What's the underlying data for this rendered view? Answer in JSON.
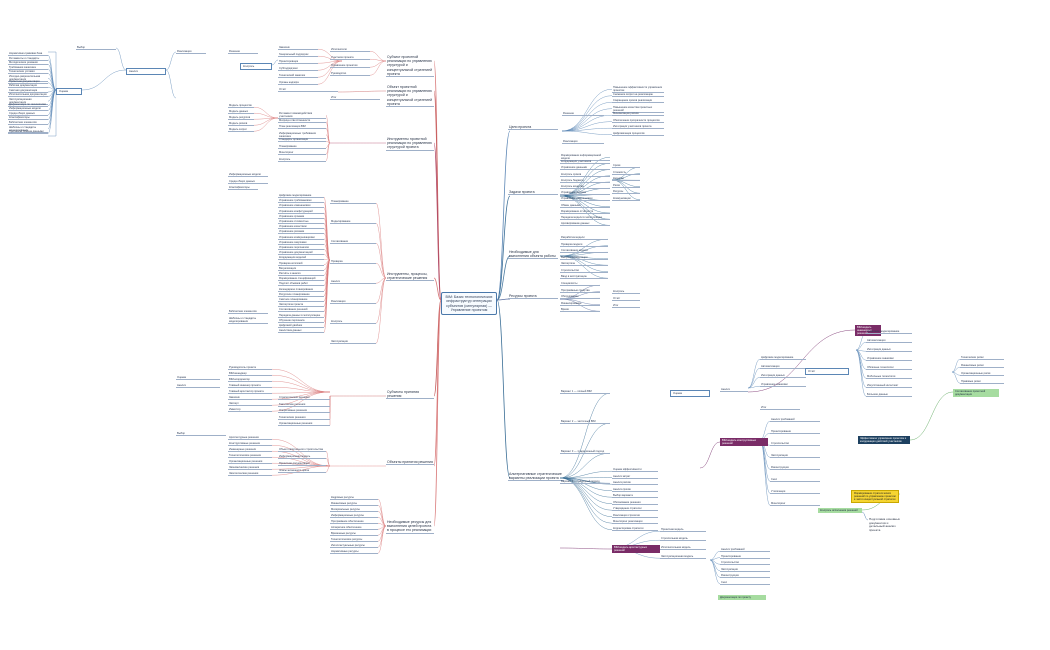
{
  "center": {
    "label": "BIM: Базис технологических инфраструктур интеграции субъектов (сингулярная) — Управление проектом"
  },
  "branches": {
    "r1": "Цели проекта",
    "r2": "Задачи проекта",
    "r3": "Необходимые для выполнения объекта работы",
    "r4": "Ресурсы проекта",
    "r5": "Альтернативные стратегические варианты реализации проекта",
    "l1": "Субъект проектной реализации по управлению структурой и концептуальной стратегией проекта",
    "l2": "Объект проектной реализации по управлению структурой и концептуальной стратегией проекта",
    "l3": "Инструменты проектной реализации по управлению структурой проекта",
    "l4": "Инструменты, процессы, стратегические решения",
    "l5": "Субъекты принятия решения",
    "l6": "Объекты принятия решения",
    "l7": "Необходимые ресурсы для выполнения целей проекта в процессе его реализации"
  },
  "callouts": {
    "yellow": "Формирование стратегических решений по управлению проектом в части концептуальной стратегии",
    "right_note": "Подготовка основных документов и детальный анализ проекта",
    "purple1": "BIM-модель конструктивных решений",
    "purple2": "BIM-модель архитектурных решений",
    "purple3": "BIM-модель инженерных решений",
    "navy": "Эффективное управление проектом и координация действий участников",
    "green1": "Согласование проектной документации",
    "green2": "Контроль исполнения решений",
    "green3": "Документация по проекту"
  },
  "leaves": {
    "ll": [
      "Нормативно-правовая база",
      "Регламенты и стандарты",
      "Методические указания",
      "Требования заказчика",
      "Технические условия",
      "Исходно-разрешительная документация",
      "Проектная документация",
      "Рабочая документация",
      "Сметная документация",
      "Исполнительная документация",
      "Эксплуатационная документация",
      "Документация по технологиям",
      "Информационные модели",
      "Среда общих данных",
      "Классификаторы",
      "Библиотеки элементов",
      "Шаблоны и стандарты моделирования",
      "Протоколы обмена данными"
    ],
    "l1": [
      "Заказчик",
      "Генеральный подрядчик",
      "Проектировщик",
      "Субподрядчики",
      "Технический заказчик",
      "Органы надзора"
    ],
    "l1_mid": [
      "Исполнители",
      "Участники проекта",
      "Управление проектом",
      "Руководство"
    ],
    "l3": [
      "Модель процессов",
      "Модель данных",
      "Модель ресурсов",
      "Модель рисков",
      "Модель затрат"
    ],
    "l3_mid": [
      "Регламент взаимодействия участников",
      "Матрица ответственности",
      "План реализации BIM",
      "Информационные требования заказчика",
      "Стандарты организации",
      "Планирование",
      "Мониторинг",
      "Контроль"
    ],
    "l4": [
      "Цифровое моделирование",
      "Управление требованиями",
      "Управление изменениями",
      "Управление конфигурацией",
      "Управление сроками",
      "Управление стоимостью",
      "Управление качеством",
      "Управление рисками",
      "Управление коммуникациями",
      "Управление закупками",
      "Управление персоналом",
      "Управление документацией",
      "Координация моделей",
      "Проверка коллизий",
      "Визуализация",
      "Расчёты и анализ",
      "Формирование спецификаций",
      "Подсчёт объёмов работ",
      "Календарное планирование",
      "Ресурсное планирование",
      "Сметное планирование",
      "Экспертиза проекта",
      "Согласование решений",
      "Передача данных в эксплуатацию",
      "Обучение персонала",
      "Цифровой двойник",
      "Аналитика данных"
    ],
    "l4_mid": [
      "Планирование",
      "Моделирование",
      "Согласование",
      "Проверка",
      "Анализ",
      "Реализация",
      "Контроль",
      "Эксплуатация"
    ],
    "l5": [
      "Руководитель проекта",
      "BIM-менеджер",
      "BIM-координатор",
      "Главный инженер проекта",
      "Главный архитектор проекта",
      "Заказчик",
      "Эксперт",
      "Инвестор"
    ],
    "l5_mid": [
      "Стратегические решения",
      "Тактические решения",
      "Оперативные решения",
      "Технические решения",
      "Организационные решения"
    ],
    "l6": [
      "Архитектурные решения",
      "Конструктивные решения",
      "Инженерные решения",
      "Технологические решения",
      "Организационные решения",
      "Экономические решения",
      "Экологические решения"
    ],
    "l6_mid": [
      "Объект капитального строительства",
      "Информационная модель",
      "Проектная документация",
      "Этапы жизненного цикла"
    ],
    "l7": [
      "Кадровые ресурсы",
      "Финансовые ресурсы",
      "Материальные ресурсы",
      "Информационные ресурсы",
      "Программное обеспечение",
      "Аппаратное обеспечение",
      "Временные ресурсы",
      "Технологические ресурсы",
      "Интеллектуальные ресурсы",
      "Нормативные ресурсы"
    ],
    "r1": [
      "Повышение эффективности управления проектом",
      "Снижение затрат на реализацию",
      "Сокращение сроков реализации",
      "Повышение качества проектных решений",
      "Минимизация рисков",
      "Обеспечение прозрачности процессов",
      "Интеграция участников проекта",
      "Цифровизация процессов"
    ],
    "r2": [
      "Формирование информационной модели",
      "Координация участников",
      "Управление данными",
      "Контроль сроков",
      "Контроль бюджета",
      "Контроль качества",
      "Управление рисками",
      "Управление изменениями",
      "Обмен данными",
      "Формирование отчётности",
      "Передача модели в эксплуатацию",
      "Архивирование данных"
    ],
    "r2_far": [
      "Сроки",
      "Стоимость",
      "Качество",
      "Риски",
      "Ресурсы",
      "Коммуникации"
    ],
    "r3": [
      "Разработка модели",
      "Проверка модели",
      "Согласование модели",
      "Выпуск документации",
      "Экспертиза",
      "Строительство",
      "Ввод в эксплуатацию"
    ],
    "r4": [
      "Специалисты",
      "Программные средства",
      "Оборудование",
      "Финансирование",
      "Время"
    ],
    "r5": [
      "Вариант 1 — полный BIM",
      "Вариант 2 — частичный BIM",
      "Вариант 3 — традиционный подход",
      "Вариант 4 — гибридный подход"
    ],
    "r5_a": [
      "Оценка эффективности",
      "Анализ затрат",
      "Анализ рисков",
      "Анализ сроков",
      "Выбор варианта",
      "Обоснование решения",
      "Утверждение стратегии",
      "Реализация стратегии",
      "Мониторинг реализации",
      "Корректировка стратегии"
    ],
    "r5_b": [
      "Цифровое моделирование",
      "Автоматизация",
      "Интеграция данных",
      "Управление знаниями",
      "Облачные технологии",
      "Мобильные технологии",
      "Искусственный интеллект",
      "Большие данные"
    ],
    "r5_c": [
      "Анализ требований",
      "Проектирование",
      "Строительство",
      "Эксплуатация",
      "Реконструкция",
      "Снос",
      "Утилизация",
      "Мониторинг"
    ],
    "r5_d": [
      "Технические риски",
      "Финансовые риски",
      "Организационные риски",
      "Правовые риски"
    ],
    "r5_e": [
      "Проектная модель",
      "Строительная модель",
      "Исполнительная модель",
      "Эксплуатационная модель"
    ],
    "misc": [
      "Оценка",
      "Анализ",
      "Выбор",
      "Решение",
      "Реализация",
      "Контроль",
      "Отчёт",
      "Итог"
    ]
  }
}
